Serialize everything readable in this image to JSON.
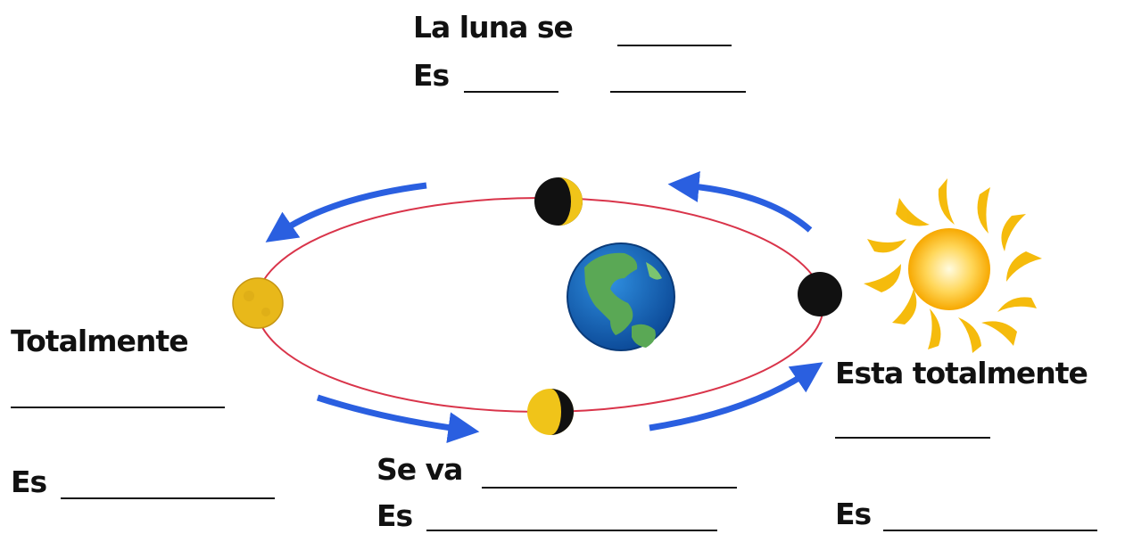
{
  "top": {
    "line1": "La luna se",
    "line2": "Es"
  },
  "left": {
    "line1": "Totalmente",
    "line2": "Es"
  },
  "bottom": {
    "line1": "Se va",
    "line2": "Es"
  },
  "right": {
    "line1": "Esta totalmente",
    "line2": "Es"
  },
  "colors": {
    "orbit": "#d9344a",
    "arrow": "#2a5fe0",
    "moon_lit": "#f0c419",
    "moon_dark": "#111111",
    "sun_core": "#ffd75a",
    "sun_rays": "#f5b800",
    "earth_ocean": "#1f6fc5",
    "earth_land": "#5aa855"
  },
  "icons": [
    "sun-icon",
    "earth-icon",
    "full-moon-icon",
    "new-moon-icon",
    "quarter-moon-icon",
    "orbit-arrow-icon"
  ]
}
